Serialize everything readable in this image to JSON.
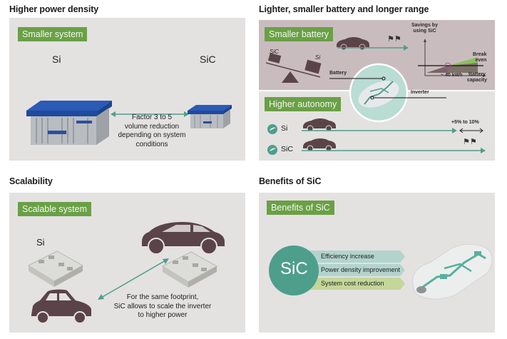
{
  "sections": {
    "power_density": {
      "title": "Higher power density",
      "tag": "Smaller system",
      "si_label": "Si",
      "sic_label": "SiC",
      "caption_lines": [
        "Factor 3 to 5",
        "volume reduction",
        "depending on system",
        "conditions"
      ]
    },
    "battery_range": {
      "title": "Lighter, smaller battery and longer range",
      "smaller_battery": {
        "tag": "Smaller battery",
        "sic_battery_label": "SiC",
        "si_battery_label": "Si",
        "battery_callout": "Battery",
        "inverter_callout": "Inverter",
        "graph": {
          "y_label_lines": [
            "Savings by",
            "using SiC"
          ],
          "break_even_lines": [
            "Break",
            "even"
          ],
          "x_tick": "~ 40 kWh",
          "x_label_lines": [
            "Battery",
            "capacity"
          ]
        }
      },
      "autonomy": {
        "tag": "Higher autonomy",
        "rows": [
          {
            "label": "Si"
          },
          {
            "label": "SiC"
          }
        ],
        "gain_label": "+5% to 10%"
      }
    },
    "scalability": {
      "title": "Scalability",
      "tag": "Scalable system",
      "si_label": "Si",
      "sic_label": "SiC",
      "caption_lines": [
        "For the same footprint,",
        "SiC allows to scale the inverter",
        "to higher power"
      ]
    },
    "benefits": {
      "title": "Benefits of SiC",
      "tag": "Benefits of SiC",
      "circle_label": "SiC",
      "items": [
        {
          "label": "Efficiency increase"
        },
        {
          "label": "Power density improvement"
        },
        {
          "label": "System cost reduction"
        }
      ]
    }
  },
  "colors": {
    "tag_green": "#6aa046",
    "teal": "#4e9e8c",
    "car_brown": "#5a4448",
    "panel_bg": "#e4e1e1",
    "battery_panel_bg": "#c9bcbf",
    "module_blue": "#2f5fb8"
  }
}
